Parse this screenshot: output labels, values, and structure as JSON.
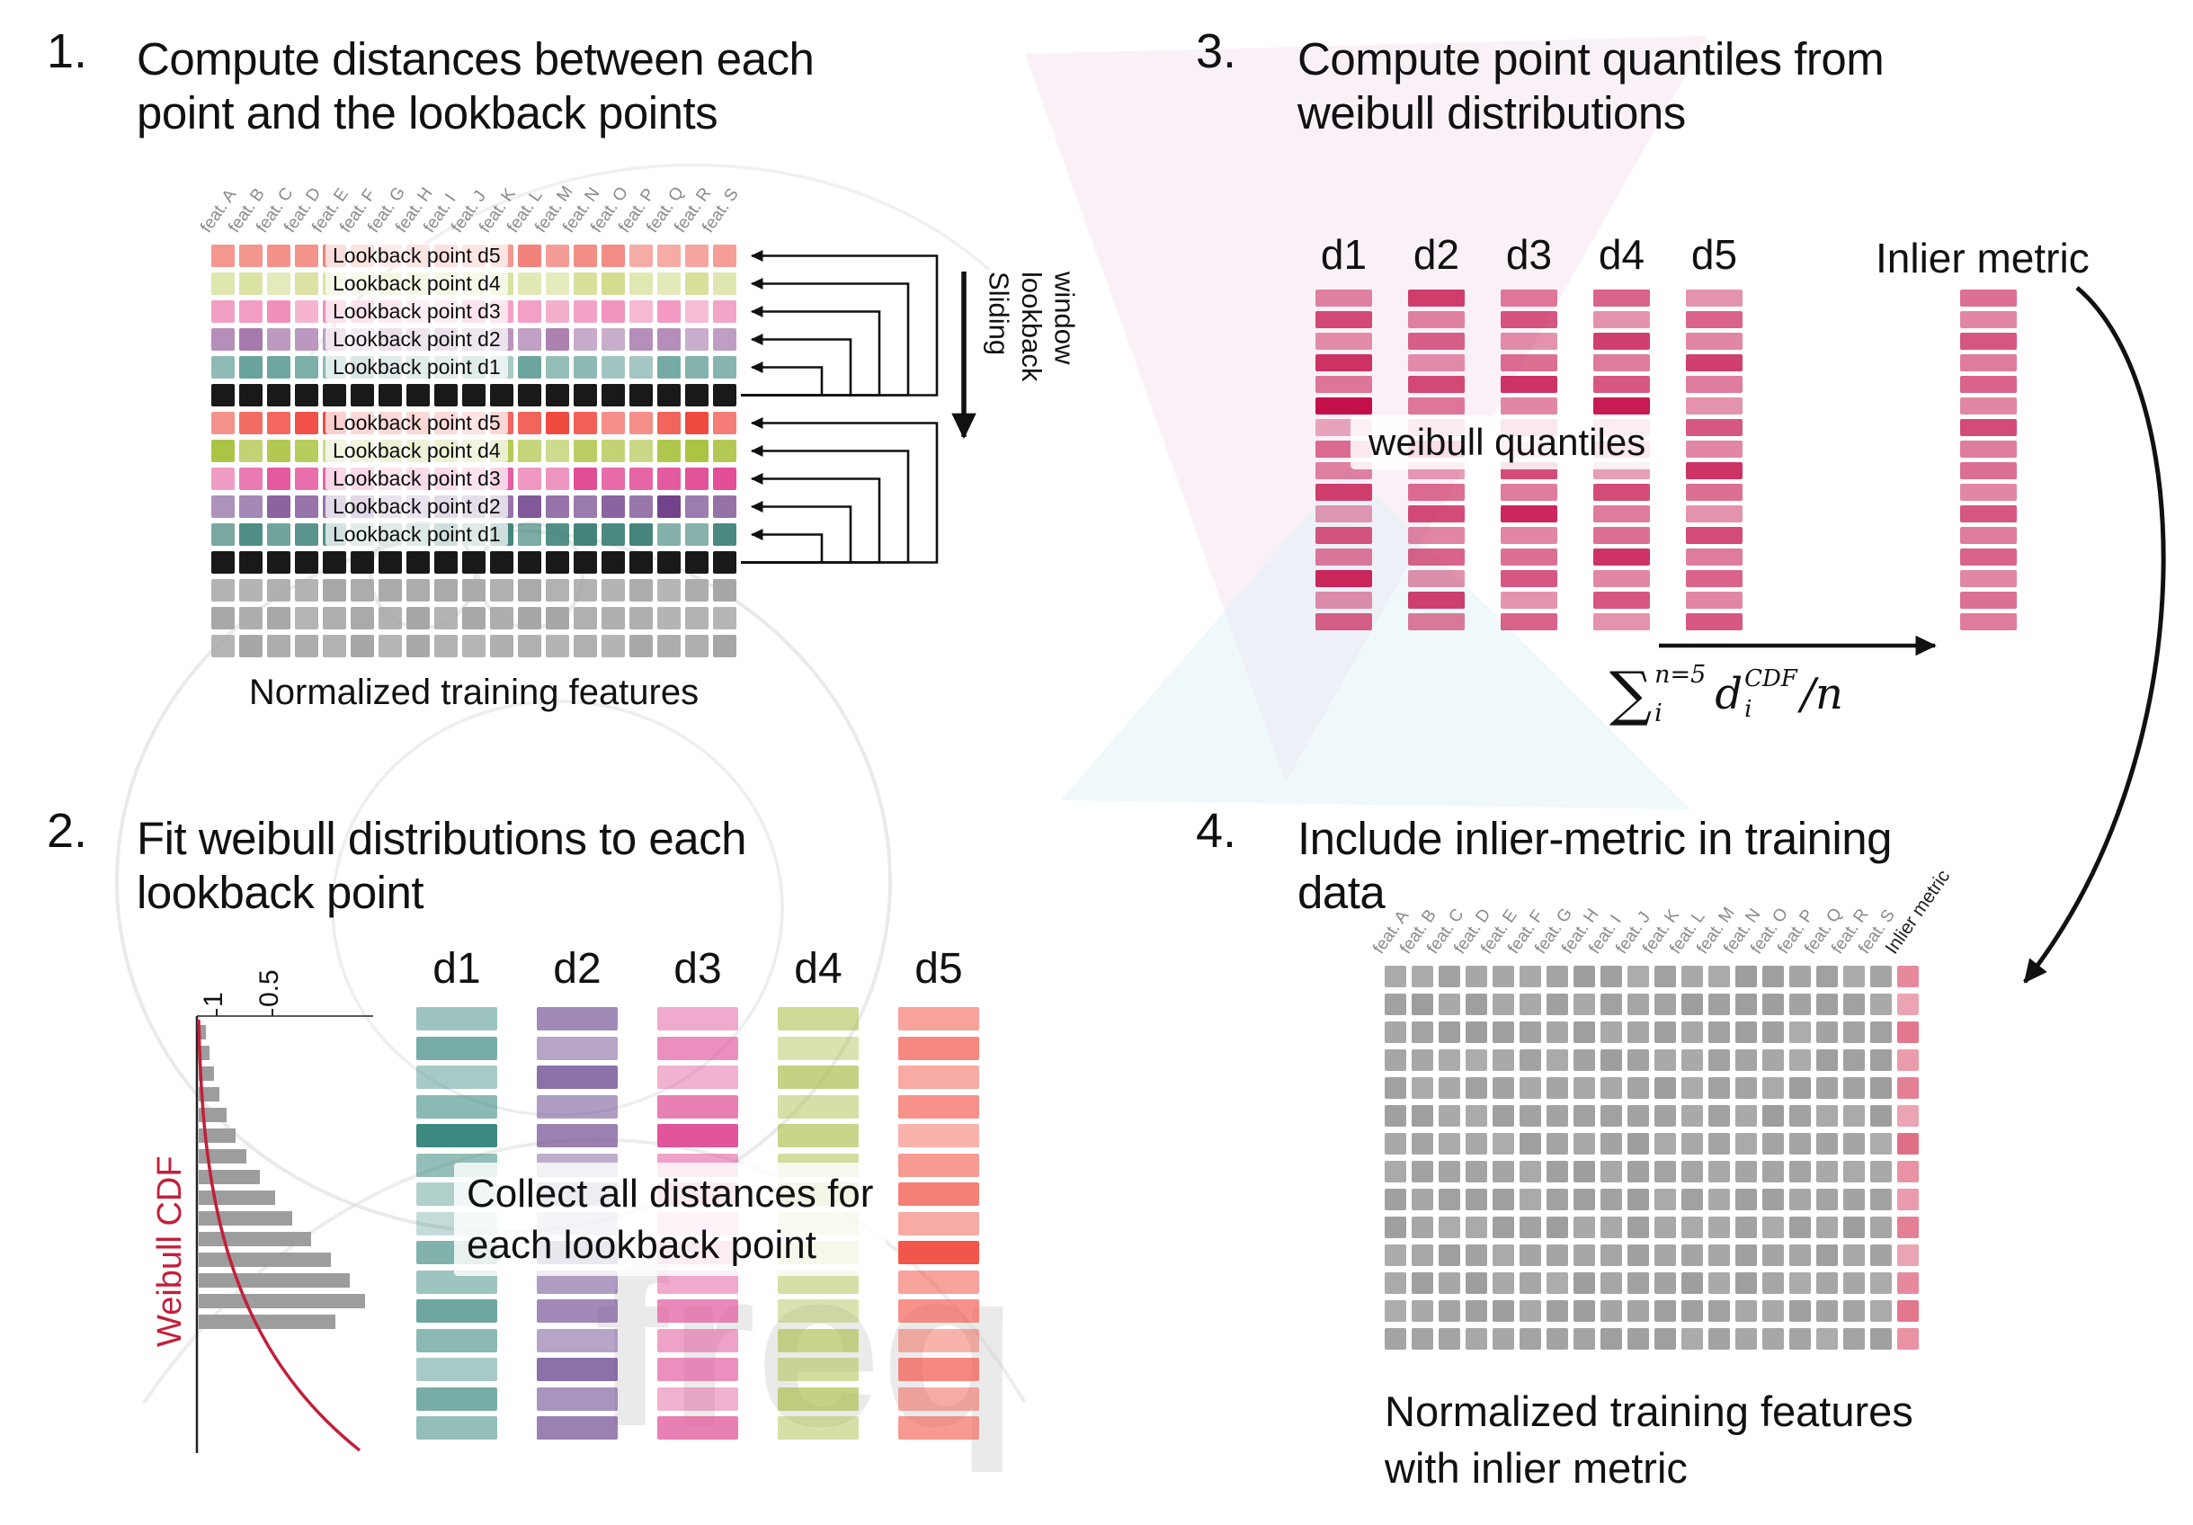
{
  "watermark": {
    "text": "freq"
  },
  "panel1": {
    "number": "1.",
    "title_line1": "Compute distances between each",
    "title_line2": "point and the lookback points",
    "features": [
      "feat. A",
      "feat. B",
      "feat. C",
      "feat. D",
      "feat. E",
      "feat. F",
      "feat. G",
      "feat. H",
      "feat. I",
      "feat. J",
      "feat. K",
      "feat. L",
      "feat. M",
      "feat. N",
      "feat. O",
      "feat. P",
      "feat. Q",
      "feat. R",
      "feat. S"
    ],
    "sliding": [
      "Sliding",
      "lookback",
      "window"
    ],
    "caption": "Normalized training features",
    "rows": [
      {
        "kind": "lookback",
        "label": "Lookback point d5",
        "color": "#f07a70"
      },
      {
        "kind": "lookback",
        "label": "Lookback point d4",
        "color": "#d3dc8f"
      },
      {
        "kind": "lookback",
        "label": "Lookback point d3",
        "color": "#ef87b5"
      },
      {
        "kind": "lookback",
        "label": "Lookback point d2",
        "color": "#a678ab"
      },
      {
        "kind": "lookback",
        "label": "Lookback point d1",
        "color": "#64a099"
      },
      {
        "kind": "current",
        "color": "#191919"
      },
      {
        "kind": "lookback",
        "label": "Lookback point d5",
        "color": "#f0483e"
      },
      {
        "kind": "lookback",
        "label": "Lookback point d4",
        "color": "#a9c23e"
      },
      {
        "kind": "lookback",
        "label": "Lookback point d3",
        "color": "#e24d97"
      },
      {
        "kind": "lookback",
        "label": "Lookback point d2",
        "color": "#70418a"
      },
      {
        "kind": "lookback",
        "label": "Lookback point d1",
        "color": "#337a71"
      },
      {
        "kind": "current",
        "color": "#191919"
      },
      {
        "kind": "future",
        "color": "#a6a6a6"
      },
      {
        "kind": "future",
        "color": "#a6a6a6"
      },
      {
        "kind": "future",
        "color": "#a6a6a6"
      }
    ]
  },
  "panel2": {
    "number": "2.",
    "title_line1": "Fit weibull distributions to each",
    "title_line2": "lookback point",
    "plot": {
      "ylabel": "Weibull CDF",
      "tick_1": "1",
      "tick_05": "0.5",
      "curve_color": "#c21f3a",
      "bars": [
        8,
        12,
        17,
        23,
        31,
        41,
        53,
        68,
        85,
        104,
        125,
        147,
        168,
        185,
        152
      ]
    },
    "columns": [
      {
        "label": "d1",
        "color": "#3d8a80",
        "values": [
          0.5,
          0.7,
          0.45,
          0.6,
          1.0,
          0.55,
          0.4,
          0.3,
          0.65,
          0.5,
          0.75,
          0.6,
          0.45,
          0.7,
          0.55
        ]
      },
      {
        "label": "d2",
        "color": "#6f4c92",
        "values": [
          0.65,
          0.5,
          0.8,
          0.55,
          0.7,
          0.45,
          0.6,
          0.35,
          0.75,
          0.55,
          0.65,
          0.5,
          0.8,
          0.6,
          0.7
        ]
      },
      {
        "label": "d3",
        "color": "#e1559b",
        "values": [
          0.5,
          0.65,
          0.45,
          0.75,
          1.0,
          0.55,
          0.65,
          0.4,
          0.6,
          0.5,
          0.7,
          0.55,
          0.65,
          0.45,
          0.75
        ]
      },
      {
        "label": "d4",
        "color": "#adbf4e",
        "values": [
          0.6,
          0.45,
          0.7,
          0.5,
          0.65,
          0.55,
          0.75,
          0.4,
          0.6,
          0.5,
          0.45,
          0.65,
          0.55,
          0.7,
          0.5
        ]
      },
      {
        "label": "d5",
        "color": "#f2564a",
        "values": [
          0.55,
          0.7,
          0.5,
          0.65,
          0.45,
          0.6,
          0.75,
          0.5,
          1.0,
          0.55,
          0.65,
          0.45,
          0.7,
          0.5,
          0.6
        ]
      }
    ],
    "overlay_line1": "Collect all distances for",
    "overlay_line2": "each lookback point"
  },
  "panel3": {
    "number": "3.",
    "title_line1": "Compute point quantiles from",
    "title_line2": "weibull distributions",
    "base_color": "#c4104a",
    "columns": [
      {
        "label": "d1",
        "values": [
          0.5,
          0.75,
          0.45,
          0.85,
          0.55,
          1.0,
          0.35,
          0.6,
          0.5,
          0.8,
          0.4,
          0.7,
          0.55,
          0.9,
          0.45,
          0.65
        ]
      },
      {
        "label": "d2",
        "values": [
          0.8,
          0.5,
          0.65,
          0.45,
          0.75,
          0.55,
          0.5,
          0.9,
          0.4,
          0.6,
          0.75,
          0.5,
          0.65,
          0.45,
          0.8,
          0.55
        ]
      },
      {
        "label": "d3",
        "values": [
          0.55,
          0.7,
          0.45,
          0.6,
          0.85,
          0.5,
          0.65,
          0.4,
          0.75,
          0.55,
          0.9,
          0.5,
          0.6,
          0.7,
          0.45,
          0.65
        ]
      },
      {
        "label": "d4",
        "values": [
          0.65,
          0.45,
          0.8,
          0.55,
          0.7,
          0.95,
          0.5,
          0.65,
          0.4,
          0.75,
          0.55,
          0.6,
          0.85,
          0.5,
          0.7,
          0.45
        ]
      },
      {
        "label": "d5",
        "values": [
          0.45,
          0.65,
          0.5,
          0.8,
          0.55,
          0.45,
          0.7,
          0.5,
          0.85,
          0.6,
          0.45,
          0.75,
          0.55,
          0.65,
          0.5,
          0.7
        ]
      }
    ],
    "overlay": "weibull quantiles",
    "inlier_label": "Inlier metric",
    "inlier_values": [
      0.6,
      0.5,
      0.7,
      0.55,
      0.65,
      0.5,
      0.75,
      0.55,
      0.6,
      0.5,
      0.7,
      0.55,
      0.65,
      0.5,
      0.6,
      0.55
    ],
    "formula": {
      "sum": "∑",
      "sum_sup": "n=5",
      "sum_sub": "i",
      "var": "d",
      "var_sup": "CDF",
      "var_sub": "i",
      "tail": "/n"
    }
  },
  "panel4": {
    "number": "4.",
    "title_line1": "Include inlier-metric in training",
    "title_line2": "data",
    "features": [
      "feat. A",
      "feat. B",
      "feat. C",
      "feat. D",
      "feat. E",
      "feat. F",
      "feat. G",
      "feat. H",
      "feat. I",
      "feat. J",
      "feat. K",
      "feat. L",
      "feat. M",
      "feat. N",
      "feat. O",
      "feat. P",
      "feat. Q",
      "feat. R",
      "feat. S"
    ],
    "inlier_label": "Inlier metric",
    "rows": 14,
    "cell_color": "#9d9d9d",
    "inlier_color": "#d84a68",
    "inlier_values": [
      0.65,
      0.5,
      0.75,
      0.55,
      0.7,
      0.5,
      0.8,
      0.6,
      0.55,
      0.7,
      0.5,
      0.65,
      0.75,
      0.6
    ],
    "caption_line1": "Normalized training features",
    "caption_line2": "with inlier metric"
  }
}
